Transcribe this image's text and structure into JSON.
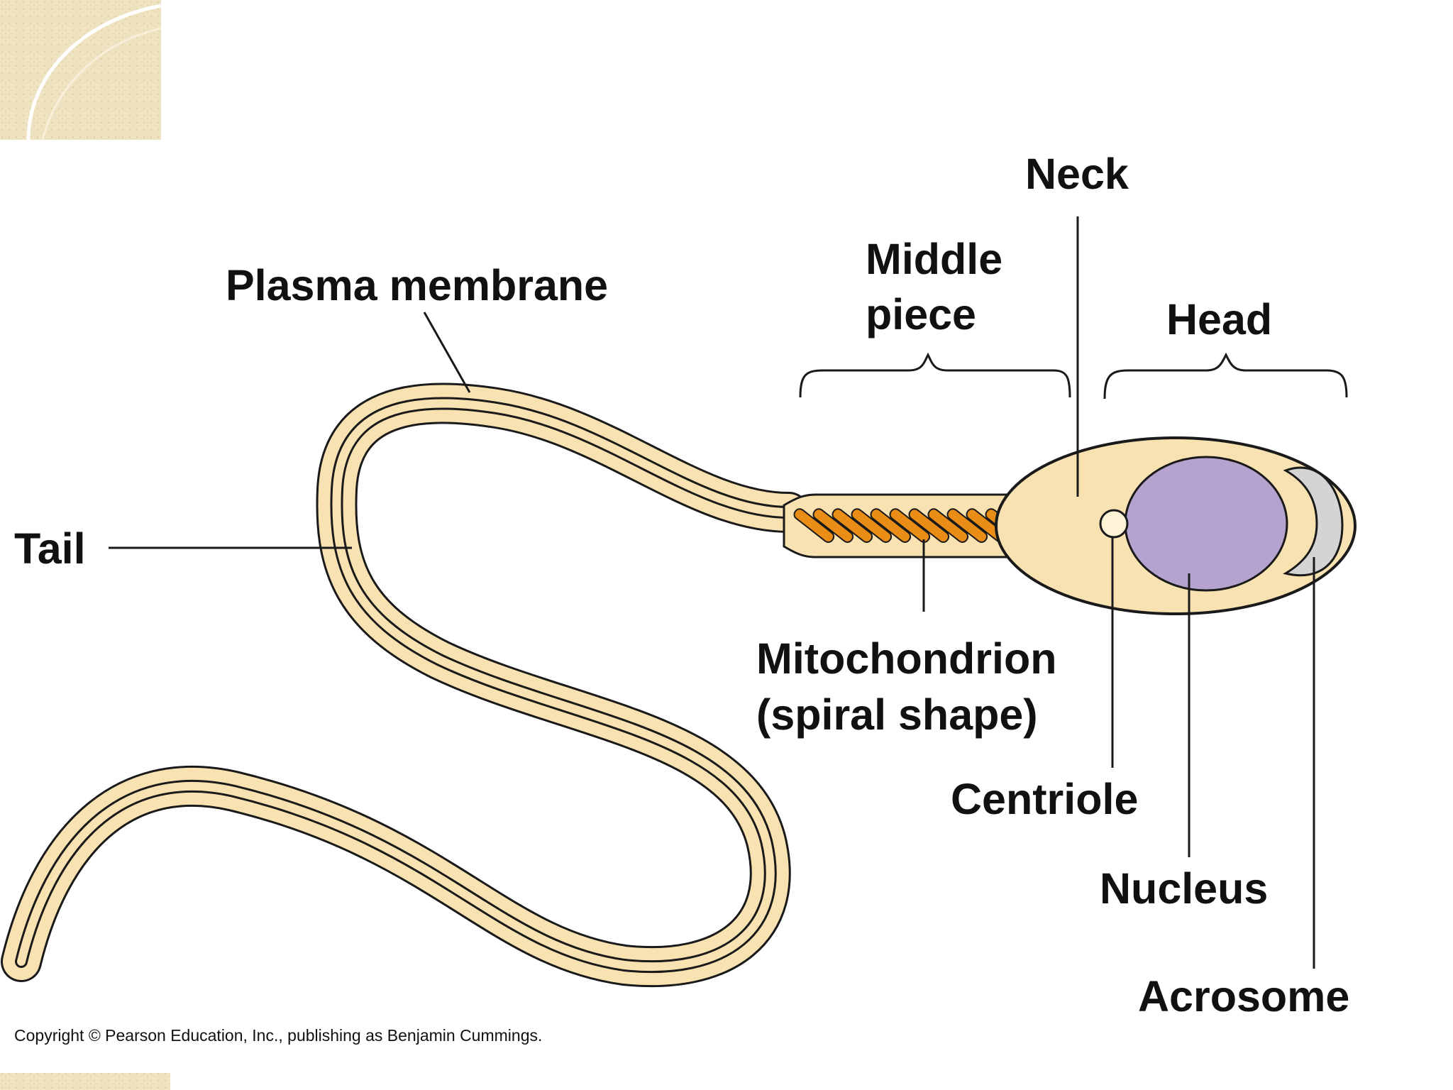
{
  "labels": {
    "plasma_membrane": "Plasma membrane",
    "tail": "Tail",
    "middle_piece_line1": "Middle",
    "middle_piece_line2": "piece",
    "neck": "Neck",
    "head": "Head",
    "mitochondrion_line1": "Mitochondrion",
    "mitochondrion_line2": "(spiral shape)",
    "centriole": "Centriole",
    "nucleus": "Nucleus",
    "acrosome": "Acrosome"
  },
  "copyright": "Copyright © Pearson Education, Inc., publishing as Benjamin Cummings.",
  "colors": {
    "cell_fill": "#f8e2b2",
    "outline": "#1a1a1a",
    "mitochondrion": "#e98d16",
    "nucleus": "#b5a3cf",
    "acrosome": "#d4d4d4",
    "centriole": "#fdf3d6",
    "corner_tile": "#efe2c0"
  }
}
